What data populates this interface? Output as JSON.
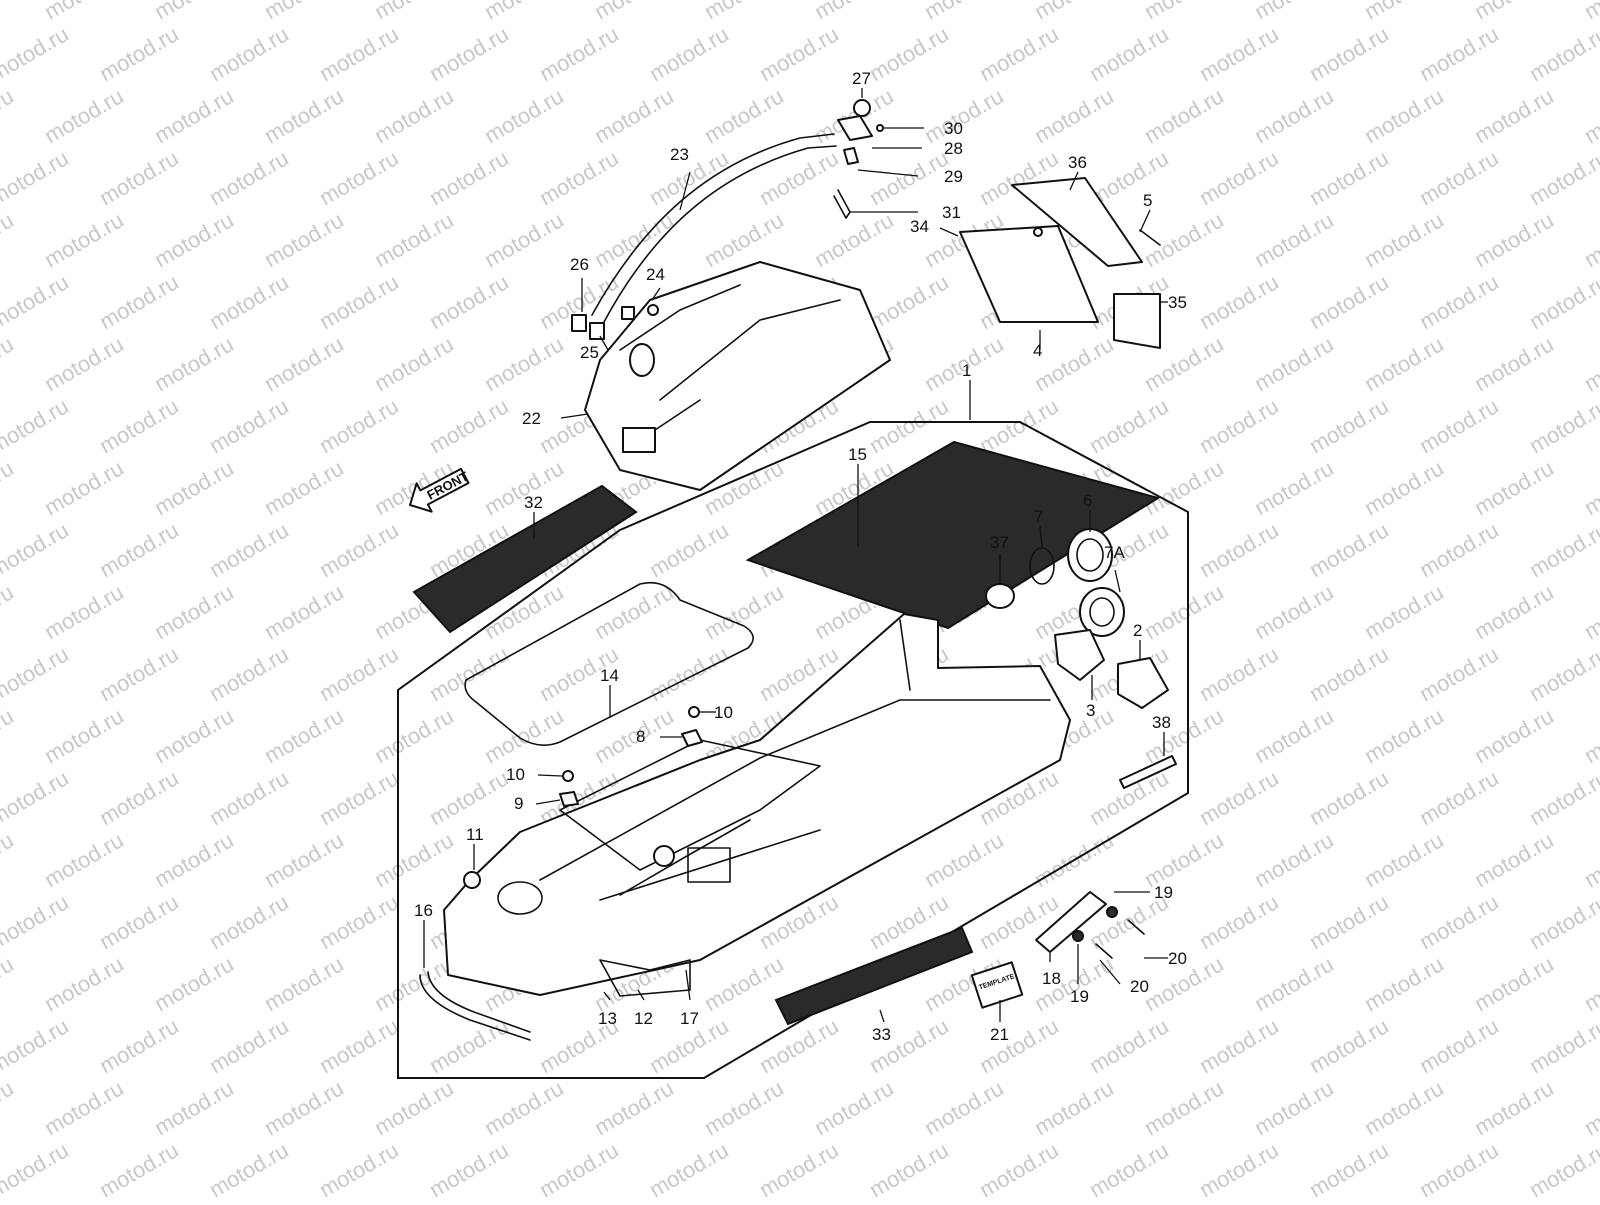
{
  "colors": {
    "ink": "#111111",
    "watermark": "#c8c8c8",
    "background": "#ffffff"
  },
  "watermark": {
    "text": "motod.ru"
  },
  "front_arrow": {
    "label": "FRONT"
  },
  "template_decal": {
    "label": "TEMPLATE"
  },
  "callouts": [
    {
      "id": "c1",
      "label": "1"
    },
    {
      "id": "c2",
      "label": "2"
    },
    {
      "id": "c3",
      "label": "3"
    },
    {
      "id": "c4",
      "label": "4"
    },
    {
      "id": "c5",
      "label": "5"
    },
    {
      "id": "c6",
      "label": "6"
    },
    {
      "id": "c7",
      "label": "7"
    },
    {
      "id": "c7a",
      "label": "7A"
    },
    {
      "id": "c8",
      "label": "8"
    },
    {
      "id": "c9",
      "label": "9"
    },
    {
      "id": "c10a",
      "label": "10"
    },
    {
      "id": "c10b",
      "label": "10"
    },
    {
      "id": "c11",
      "label": "11"
    },
    {
      "id": "c12",
      "label": "12"
    },
    {
      "id": "c13",
      "label": "13"
    },
    {
      "id": "c14",
      "label": "14"
    },
    {
      "id": "c15",
      "label": "15"
    },
    {
      "id": "c16",
      "label": "16"
    },
    {
      "id": "c17",
      "label": "17"
    },
    {
      "id": "c18",
      "label": "18"
    },
    {
      "id": "c19a",
      "label": "19"
    },
    {
      "id": "c19b",
      "label": "19"
    },
    {
      "id": "c20a",
      "label": "20"
    },
    {
      "id": "c20b",
      "label": "20"
    },
    {
      "id": "c21",
      "label": "21"
    },
    {
      "id": "c22",
      "label": "22"
    },
    {
      "id": "c23",
      "label": "23"
    },
    {
      "id": "c24",
      "label": "24"
    },
    {
      "id": "c25",
      "label": "25"
    },
    {
      "id": "c26",
      "label": "26"
    },
    {
      "id": "c27",
      "label": "27"
    },
    {
      "id": "c28",
      "label": "28"
    },
    {
      "id": "c29",
      "label": "29"
    },
    {
      "id": "c30",
      "label": "30"
    },
    {
      "id": "c31",
      "label": "31"
    },
    {
      "id": "c32",
      "label": "32"
    },
    {
      "id": "c33",
      "label": "33"
    },
    {
      "id": "c34",
      "label": "34"
    },
    {
      "id": "c35",
      "label": "35"
    },
    {
      "id": "c36",
      "label": "36"
    },
    {
      "id": "c37",
      "label": "37"
    },
    {
      "id": "c38",
      "label": "38"
    }
  ]
}
